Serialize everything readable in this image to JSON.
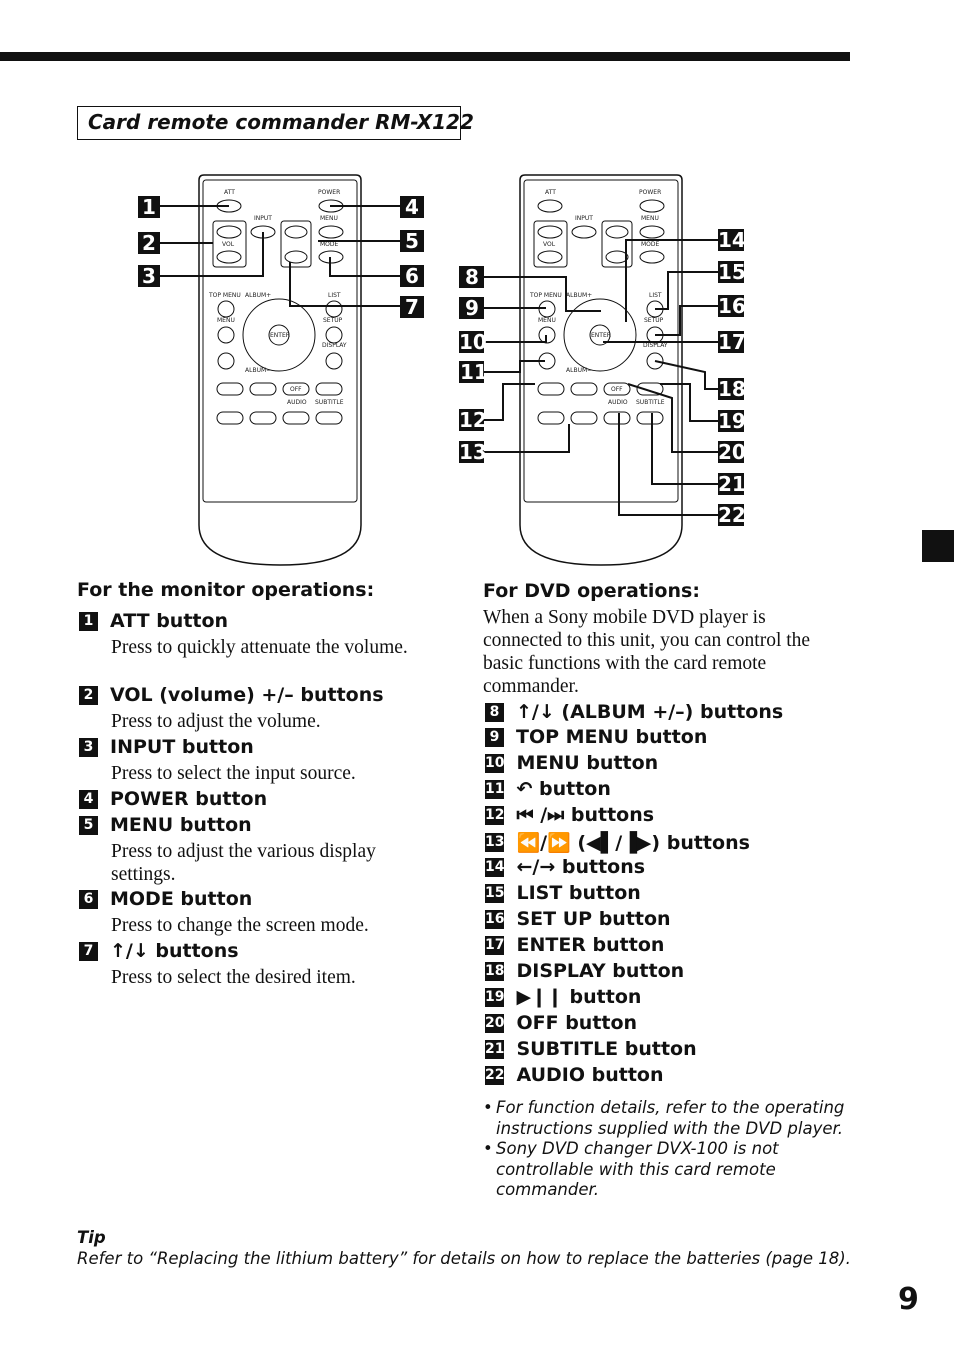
{
  "title": "Card remote commander RM-X122",
  "remote_labels": {
    "att": "ATT",
    "power": "POWER",
    "input": "INPUT",
    "menu": "MENU",
    "vol": "VOL",
    "mode": "MODE",
    "top_menu": "TOP MENU",
    "album_plus": "ALBUM+",
    "list": "LIST",
    "menu2": "MENU",
    "setup": "SETUP",
    "display": "DISPLAY",
    "enter": "ENTER",
    "album_minus": "ALBUM−",
    "off": "OFF",
    "audio": "AUDIO",
    "subtitle": "SUBTITLE",
    "plus": "+",
    "minus": "−"
  },
  "callouts_left": [
    "1",
    "2",
    "3",
    "4",
    "5",
    "6",
    "7"
  ],
  "callouts_right": [
    "8",
    "9",
    "10",
    "11",
    "12",
    "13",
    "14",
    "15",
    "16",
    "17",
    "18",
    "19",
    "20",
    "21",
    "22"
  ],
  "monitor": {
    "heading": "For the monitor operations:",
    "items": [
      {
        "num": "1",
        "title": "ATT button",
        "desc": "Press to quickly attenuate the volume."
      },
      {
        "num": "2",
        "title": "VOL (volume) +/– buttons",
        "desc": "Press to adjust the volume."
      },
      {
        "num": "3",
        "title": "INPUT button",
        "desc": "Press to select the input source."
      },
      {
        "num": "4",
        "title": "POWER button",
        "desc": ""
      },
      {
        "num": "5",
        "title": "MENU button",
        "desc": "Press to adjust the various display settings."
      },
      {
        "num": "6",
        "title": "MODE button",
        "desc": "Press to change the screen mode."
      },
      {
        "num": "7",
        "title": "↑/↓ buttons",
        "desc": "Press to select the desired item."
      }
    ]
  },
  "dvd": {
    "heading": "For DVD operations:",
    "intro": "When a Sony mobile DVD player is connected to this unit, you can control the basic functions with the card remote commander.",
    "items": [
      {
        "num": "8",
        "title": "↑/↓ (ALBUM +/–) buttons"
      },
      {
        "num": "9",
        "title": "TOP MENU button"
      },
      {
        "num": "10",
        "title": "MENU button"
      },
      {
        "num": "11",
        "title": "↶ button"
      },
      {
        "num": "12",
        "title": "⏮ /⏭ buttons"
      },
      {
        "num": "13",
        "title": "⏪/⏩ (◀▌/▐▶) buttons"
      },
      {
        "num": "14",
        "title": "←/→ buttons"
      },
      {
        "num": "15",
        "title": "LIST button"
      },
      {
        "num": "16",
        "title": "SET UP button"
      },
      {
        "num": "17",
        "title": "ENTER button"
      },
      {
        "num": "18",
        "title": "DISPLAY button"
      },
      {
        "num": "19",
        "title": "▶❙❙ button"
      },
      {
        "num": "20",
        "title": "OFF button"
      },
      {
        "num": "21",
        "title": "SUBTITLE button"
      },
      {
        "num": "22",
        "title": "AUDIO button"
      }
    ],
    "notes": [
      "For function details, refer to the operating instructions supplied with the DVD player.",
      "Sony DVD changer DVX-100 is not controllable with this card remote commander."
    ]
  },
  "tip": {
    "heading": "Tip",
    "text": "Refer to “Replacing the lithium battery” for details on how to replace the batteries (page 18)."
  },
  "page_number": "9"
}
